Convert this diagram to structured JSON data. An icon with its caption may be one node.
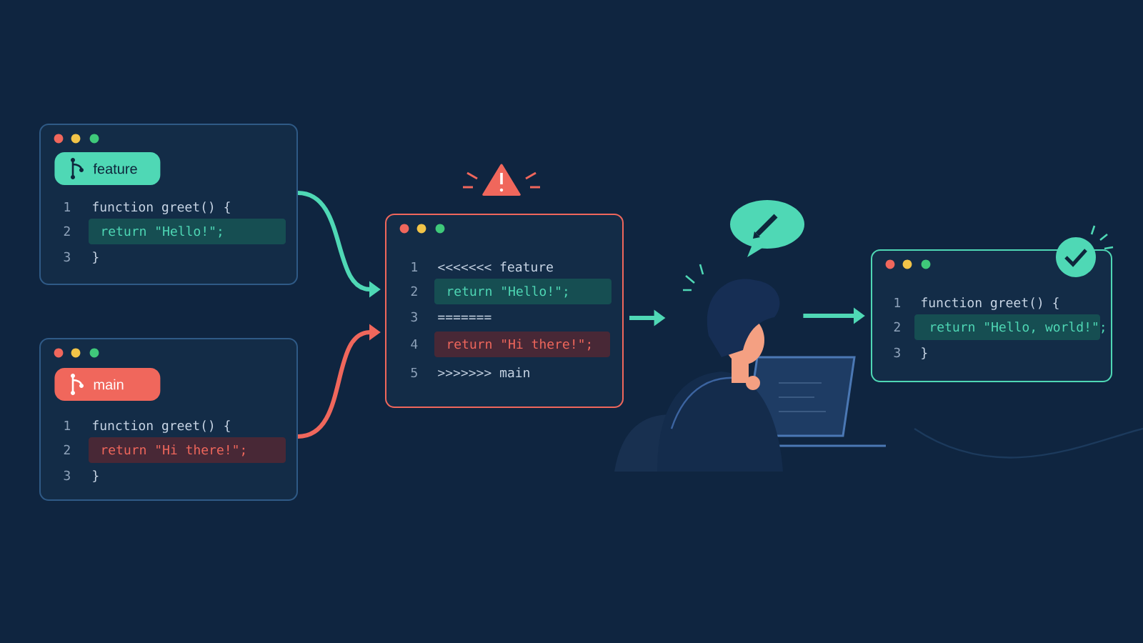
{
  "diagram": {
    "nodes": [
      {
        "text": [
          "feature",
          "1",
          "function greet() {",
          "2",
          "return \"Hello!\";",
          "3",
          "}"
        ]
      },
      {
        "text": [
          "main",
          "1",
          "function greet() {",
          "2",
          "return \"Hi there!\";",
          "3",
          "}"
        ]
      },
      {
        "text": [
          "1",
          "<<<<<<< feature",
          "2",
          "return \"Hello!\";",
          "3",
          "=======",
          "4",
          "return \"Hi there!\";",
          "5",
          ">>>>>>> main"
        ]
      },
      {
        "text": [],
        "shape": "person"
      },
      {
        "text": [
          "1",
          "function greet() {",
          "2",
          "return \"Hello, world!\";",
          "3",
          "}"
        ]
      }
    ],
    "edges": [
      {
        "from": 0,
        "to": 2,
        "arrow": "to"
      },
      {
        "from": 1,
        "to": 2,
        "arrow": "to",
        "color": "#f0675c"
      },
      {
        "from": 2,
        "to": 3,
        "arrow": "to"
      },
      {
        "from": 3,
        "to": 4,
        "arrow": "to"
      }
    ]
  }
}
